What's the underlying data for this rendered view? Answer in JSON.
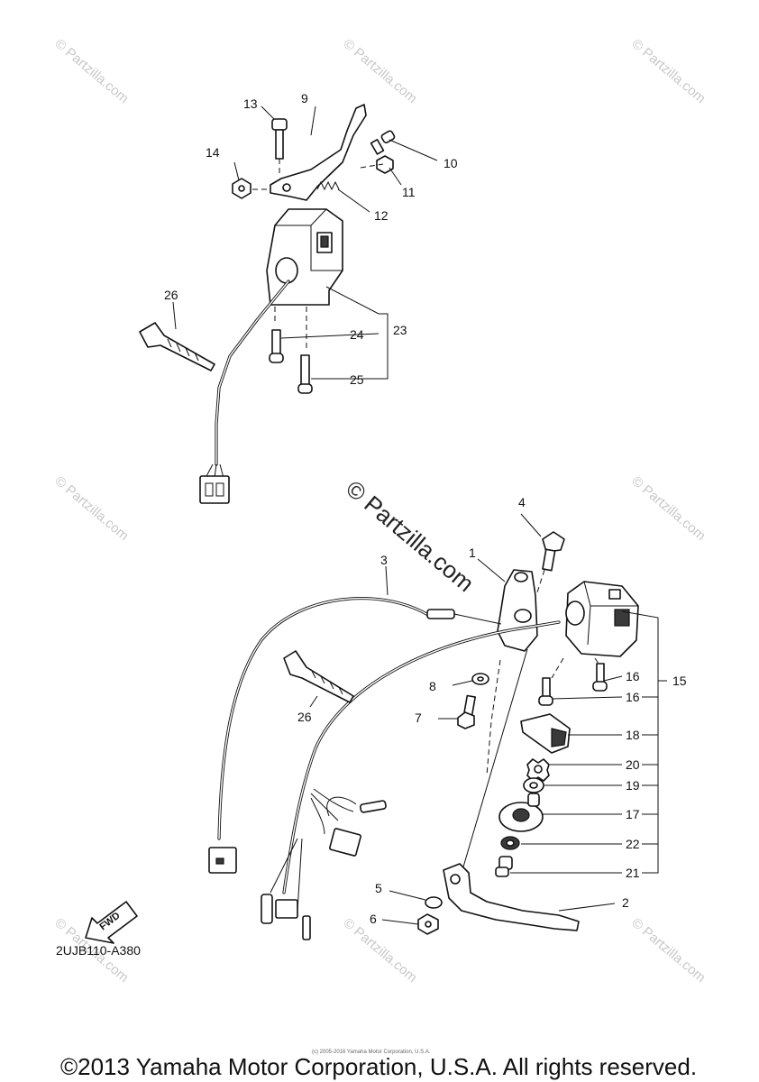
{
  "watermark": "© Partzilla.com",
  "diagram_code": "2UJB110-A380",
  "fwd_label": "FWD",
  "small_notice": "(c) 2005-2016 Yamaha Motor Corporation, U.S.A.",
  "copyright": "©2013 Yamaha Motor Corporation, U.S.A. All rights reserved.",
  "part_numbers": [
    "1",
    "2",
    "3",
    "4",
    "5",
    "6",
    "7",
    "8",
    "9",
    "10",
    "11",
    "12",
    "13",
    "14",
    "15",
    "16",
    "16",
    "17",
    "18",
    "19",
    "20",
    "21",
    "22",
    "23",
    "24",
    "25",
    "26",
    "26"
  ]
}
